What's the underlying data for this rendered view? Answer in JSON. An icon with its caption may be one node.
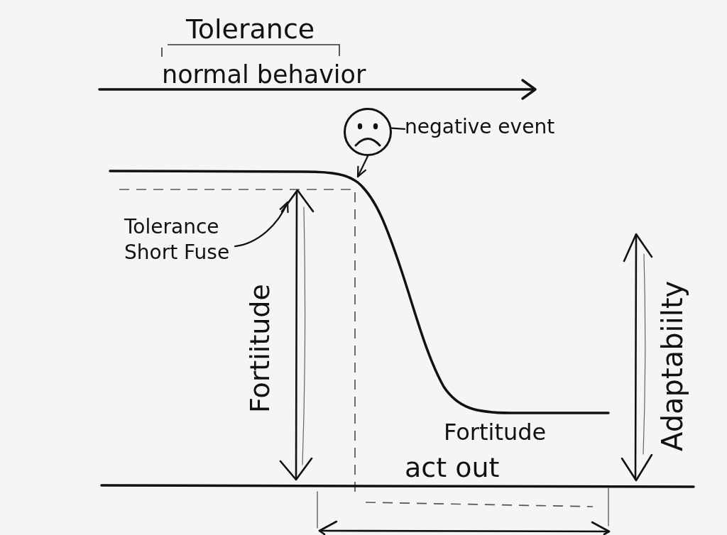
{
  "diagram": {
    "nodes": [
      {
        "text": [],
        "shape": "picture"
      },
      {
        "text": [
          "negative event"
        ]
      },
      {
        "text": [
          "Tolerance Short Fuse"
        ]
      }
    ],
    "edges": [
      {
        "from": 1,
        "to": 0,
        "arrow": "none"
      },
      {
        "from": 0,
        "to": null,
        "arrow": "to"
      },
      {
        "from": 2,
        "to": null,
        "arrow": "to"
      }
    ],
    "labels": [
      "Tolerance",
      "normal behavior",
      "Fortiitude",
      "Fortitude",
      "act out",
      "Adaptabiilty"
    ]
  }
}
